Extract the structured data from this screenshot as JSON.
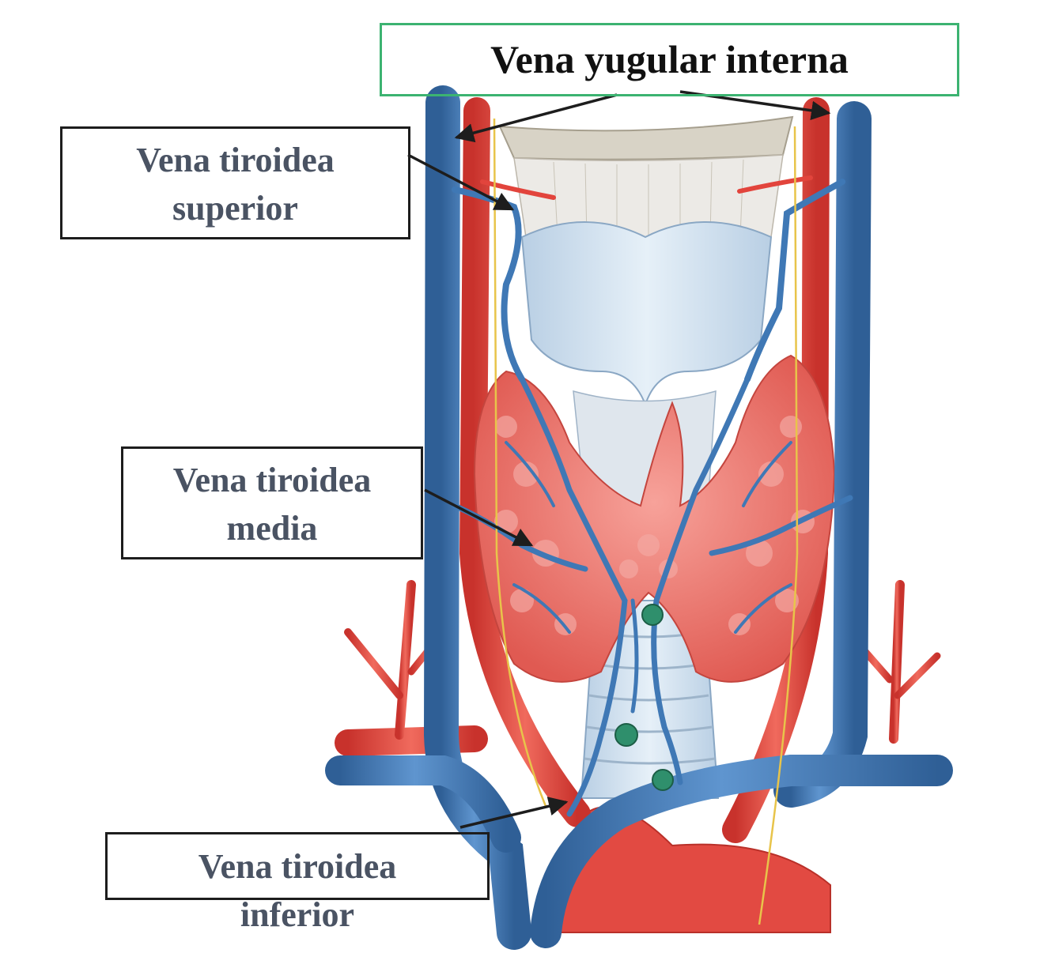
{
  "labels": {
    "internal_jugular": "Vena yugular interna",
    "superior_thyroid": [
      "Vena tiroidea",
      "superior"
    ],
    "middle_thyroid": [
      "Vena tiroidea",
      "media"
    ],
    "inferior_thyroid": [
      "Vena tiroidea",
      "inferior"
    ]
  },
  "colors": {
    "vein": "#3f78b5",
    "artery": "#e2443c",
    "thyroid": "#ec7b76",
    "cartilage": "#cfe0ef",
    "green_box": "#3cb371"
  }
}
